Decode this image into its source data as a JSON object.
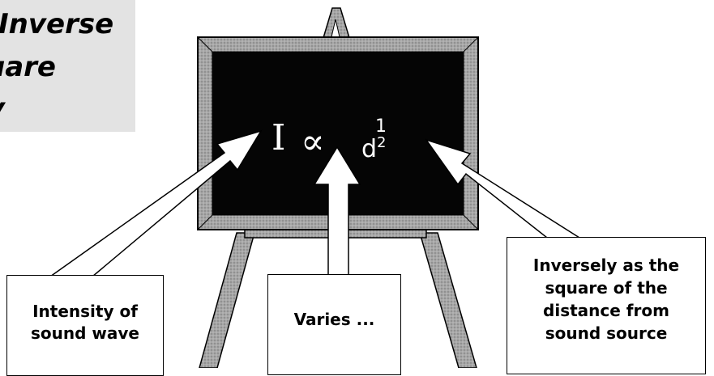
{
  "title": {
    "lines": [
      "Inverse",
      "uare",
      "v"
    ]
  },
  "formula": {
    "intensity_symbol": "I",
    "proportional_symbol": "∝",
    "numerator": "1",
    "denominator": "d",
    "exponent": "2"
  },
  "callouts": {
    "intensity": "Intensity of sound wave",
    "varies": "Varies ...",
    "inverse": "Inversely as the square of the distance from sound source"
  },
  "colors": {
    "board": "#050505",
    "frame": "#9a9a9a",
    "easel": "#b0b0b0",
    "arrow": "#ffffff",
    "title_panel": "#e3e3e3"
  }
}
